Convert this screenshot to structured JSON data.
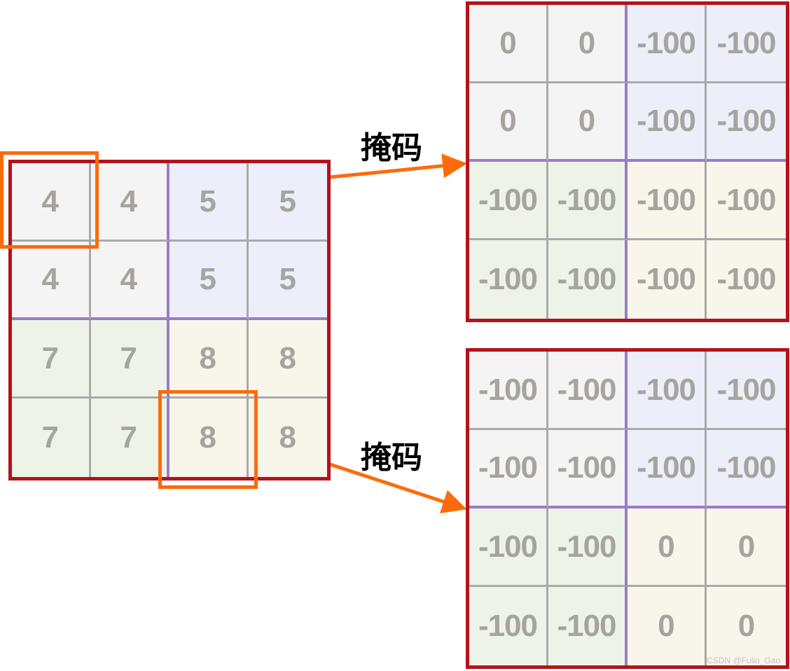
{
  "input_grid": {
    "rows": [
      [
        "4",
        "4",
        "5",
        "5"
      ],
      [
        "4",
        "4",
        "5",
        "5"
      ],
      [
        "7",
        "7",
        "8",
        "8"
      ],
      [
        "7",
        "7",
        "8",
        "8"
      ]
    ]
  },
  "arrows": [
    {
      "label": "掩码"
    },
    {
      "label": "掩码"
    }
  ],
  "mask_top": {
    "rows": [
      [
        "0",
        "0",
        "-100",
        "-100"
      ],
      [
        "0",
        "0",
        "-100",
        "-100"
      ],
      [
        "-100",
        "-100",
        "-100",
        "-100"
      ],
      [
        "-100",
        "-100",
        "-100",
        "-100"
      ]
    ]
  },
  "mask_bottom": {
    "rows": [
      [
        "-100",
        "-100",
        "-100",
        "-100"
      ],
      [
        "-100",
        "-100",
        "-100",
        "-100"
      ],
      [
        "-100",
        "-100",
        "0",
        "0"
      ],
      [
        "-100",
        "-100",
        "0",
        "0"
      ]
    ]
  },
  "watermark": "CSDN @Fulin_Gao",
  "colors": {
    "grid_border": "#b5121b",
    "highlight": "#fd6b0a",
    "quadrant_divider": "#9b7bc6",
    "cell_text": "#a7a39e",
    "quadrant_gray": "#f4f4f4",
    "quadrant_blue": "#eceff9",
    "quadrant_green": "#eef3e8",
    "quadrant_cream": "#f8f5ea"
  }
}
